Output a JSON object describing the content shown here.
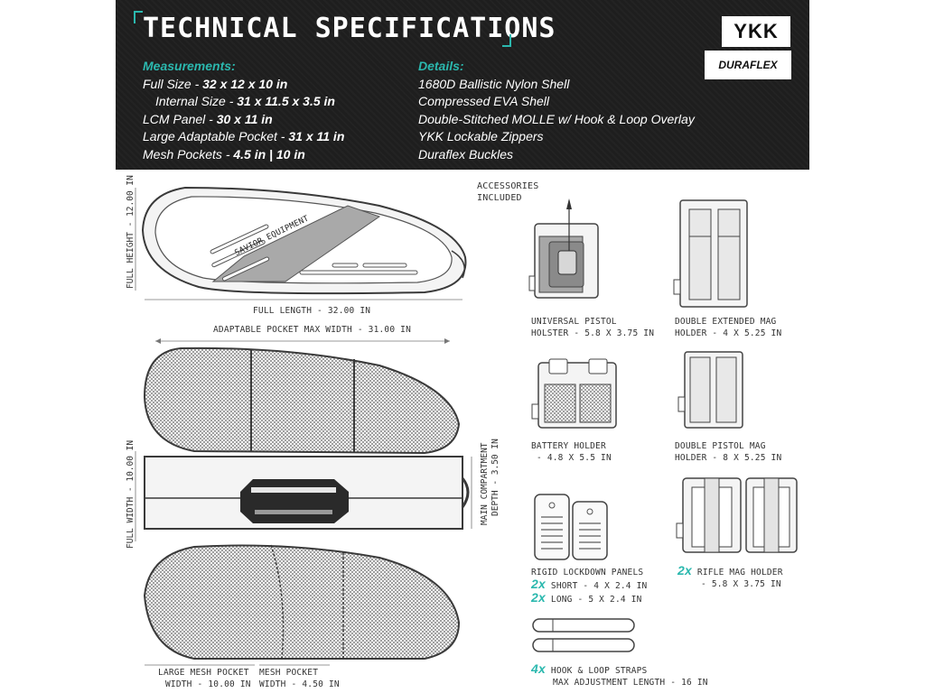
{
  "header": {
    "title": "TECHNICAL SPECIFICATIONS",
    "measurements_heading": "Measurements:",
    "measurements": [
      {
        "label": "Full Size - ",
        "value": "32 x 12 x 10 in"
      },
      {
        "label": "Internal Size - ",
        "value": "31 x 11.5 x 3.5 in"
      },
      {
        "label": "LCM Panel - ",
        "value": "30 x 11 in"
      },
      {
        "label": "Large Adaptable Pocket - ",
        "value": "31 x 11 in"
      },
      {
        "label": "Mesh Pockets - ",
        "value": "4.5 in | 10 in"
      }
    ],
    "details_heading": "Details:",
    "details": [
      "1680D Ballistic Nylon Shell",
      "Compressed EVA Shell",
      "Double-Stitched MOLLE w/ Hook & Loop Overlay",
      "YKK Lockable Zippers",
      "Duraflex Buckles"
    ],
    "logos": {
      "ykk": "YKK",
      "duraflex": "DURAFLEX"
    }
  },
  "diagram": {
    "full_height": "FULL HEIGHT - 12.00 IN",
    "full_length": "FULL LENGTH - 32.00 IN",
    "brand_text": "SAVIOR EQUIPMENT",
    "pocket_max_width": "ADAPTABLE POCKET MAX WIDTH - 31.00 IN",
    "full_width": "FULL WIDTH - 10.00 IN",
    "main_compartment_1": "MAIN COMPARTMENT",
    "main_compartment_2": "DEPTH - 3.50 IN",
    "large_mesh_1": "LARGE MESH POCKET",
    "large_mesh_2": "WIDTH - 10.00 IN",
    "mesh_1": "MESH POCKET",
    "mesh_2": "WIDTH - 4.50 IN"
  },
  "accessories": {
    "heading_1": "ACCESSORIES",
    "heading_2": "INCLUDED",
    "holster_1": "UNIVERSAL PISTOL",
    "holster_2": "HOLSTER - 5.8 X 3.75 IN",
    "ext_mag_1": "DOUBLE EXTENDED MAG",
    "ext_mag_2": "HOLDER - 4 X 5.25 IN",
    "battery_1": "BATTERY HOLDER",
    "battery_2": "- 4.8 X 5.5 IN",
    "pistol_mag_1": "DOUBLE PISTOL MAG",
    "pistol_mag_2": "HOLDER - 8 X 5.25 IN",
    "panels_1": "RIGID LOCKDOWN PANELS",
    "panels_qty_a": "2x",
    "panels_2": "SHORT - 4 X 2.4 IN",
    "panels_qty_b": "2x",
    "panels_3": "LONG - 5 X 2.4 IN",
    "rifle_qty": "2x",
    "rifle_1": "RIFLE MAG HOLDER",
    "rifle_2": "- 5.8 X 3.75 IN",
    "straps_qty": "4x",
    "straps_1": "HOOK & LOOP STRAPS",
    "straps_2": "MAX ADJUSTMENT LENGTH - 16 IN"
  },
  "colors": {
    "accent": "#2bb8ae",
    "header_bg": "#1e1e1e",
    "line": "#3a3a3a"
  }
}
